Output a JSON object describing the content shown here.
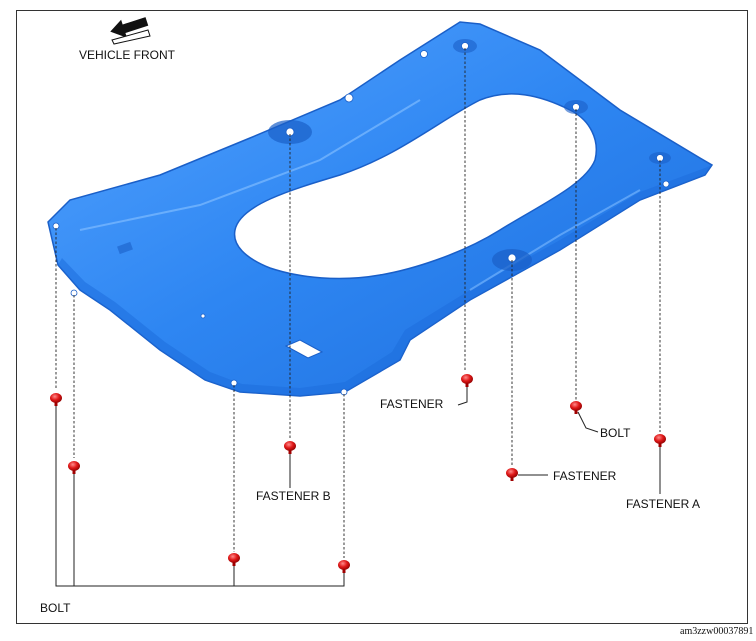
{
  "labels": {
    "vehicle_front": "VEHICLE FRONT",
    "fastener": "FASTENER",
    "fastener_a": "FASTENER A",
    "fastener_b": "FASTENER B",
    "bolt": "BOLT",
    "image_code": "am3zzw00037891"
  },
  "colors": {
    "panel": "#2e86f2",
    "panel_edge": "#1a5fc8",
    "fastener_part": "#e01818",
    "line": "#222222"
  },
  "icons": {
    "front_arrow": "arrow-up-left-icon"
  }
}
